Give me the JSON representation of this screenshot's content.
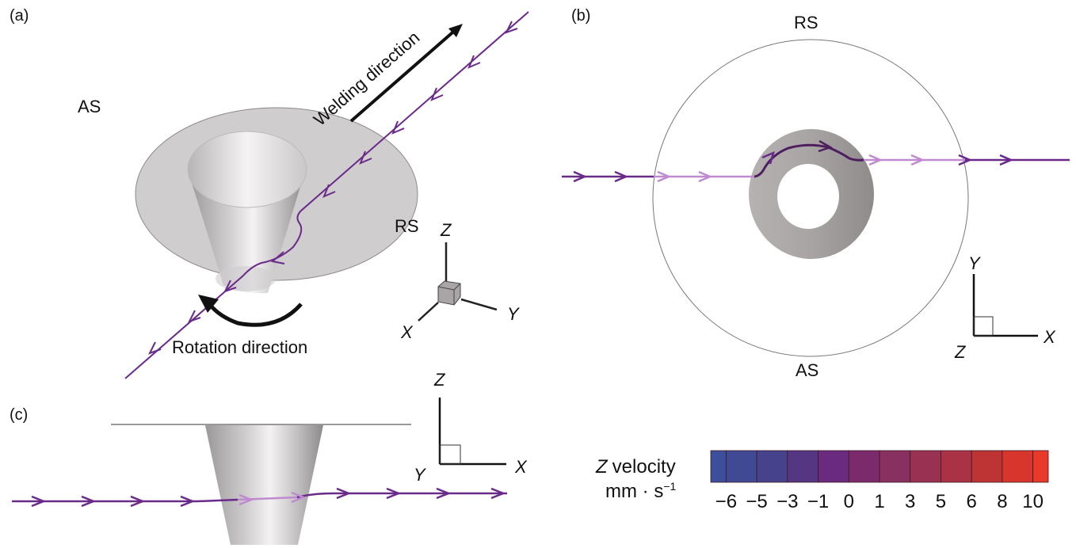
{
  "panels": {
    "a": {
      "label": "(a)",
      "as_label": "AS",
      "rs_label": "RS",
      "welding_direction": "Welding direction",
      "rotation_direction": "Rotation direction",
      "axes": {
        "z": "Z",
        "y": "Y",
        "x": "X"
      }
    },
    "b": {
      "label": "(b)",
      "rs_label": "RS",
      "as_label": "AS",
      "axes": {
        "y": "Y",
        "x": "X",
        "z": "Z"
      }
    },
    "c": {
      "label": "(c)",
      "axes": {
        "z": "Z",
        "x": "X",
        "y": "Y"
      }
    }
  },
  "colorbar": {
    "title": "Z velocity",
    "unit_base": "mm · s",
    "unit_exp": "−1",
    "ticks": [
      "−6",
      "−5",
      "−3",
      "−1",
      "0",
      "1",
      "3",
      "5",
      "6",
      "8",
      "10"
    ],
    "colors": [
      "#3b4f9a",
      "#404a94",
      "#46428c",
      "#553683",
      "#6a2a80",
      "#7b2b6c",
      "#88305f",
      "#983152",
      "#a93344",
      "#be3334",
      "#d8352c",
      "#e8392b"
    ]
  },
  "colors": {
    "streamline": "#6a2a8a",
    "streamline_light": "#c08ad0"
  }
}
